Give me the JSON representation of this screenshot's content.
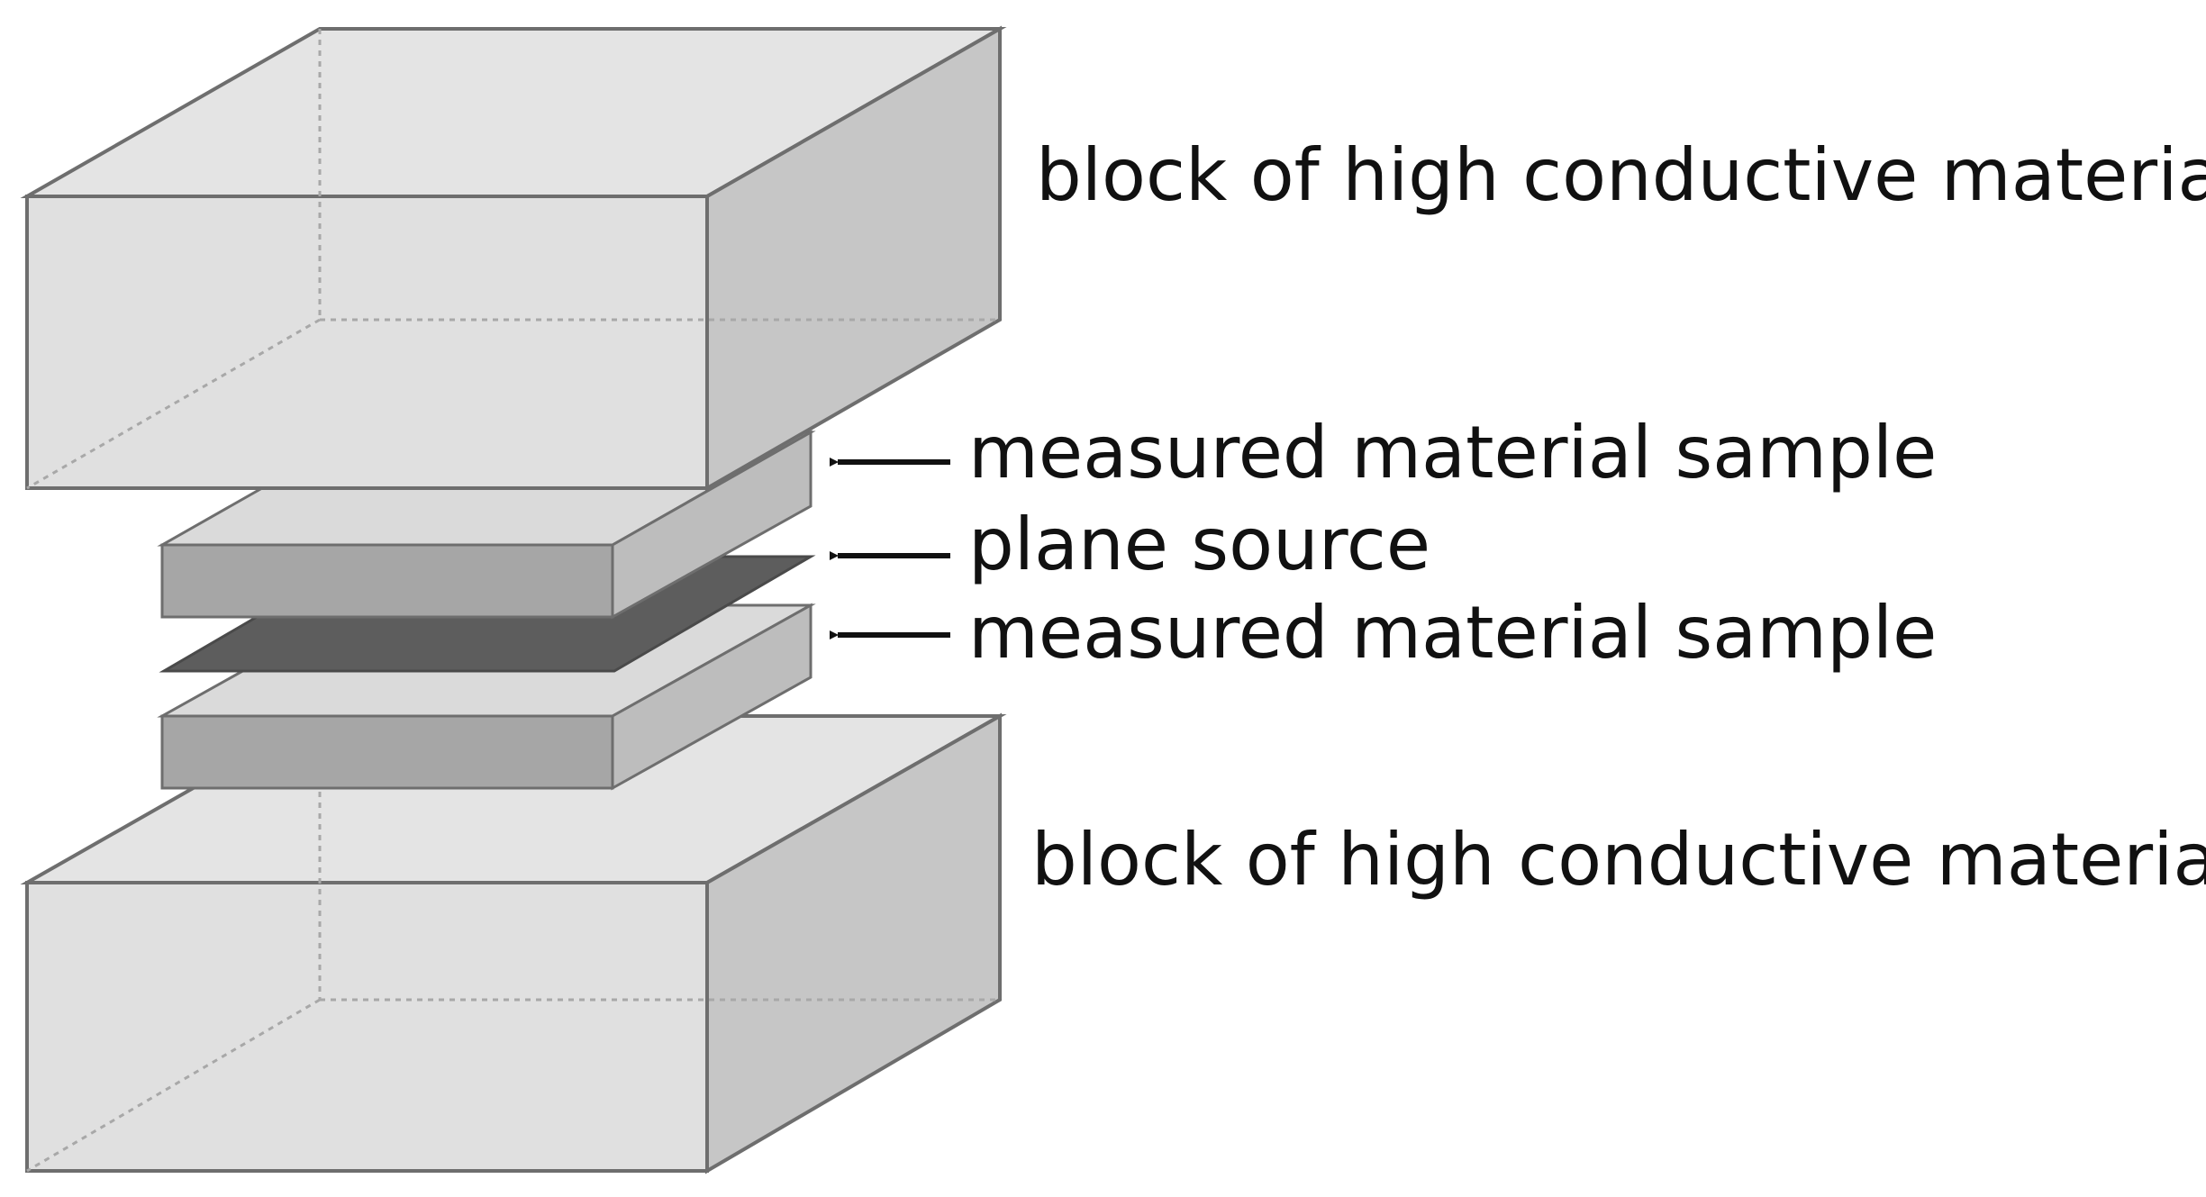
{
  "labels": {
    "top_block": "block of high conductive material",
    "upper_sample": "measured material sample",
    "plane_source": "plane source",
    "lower_sample": "measured material sample",
    "bottom_block": "block of high conductive material"
  },
  "colors": {
    "block_front": "#e0e0e0",
    "block_top": "#e4e4e4",
    "block_side": "#c6c6c6",
    "sample_top": "#dadada",
    "sample_front": "#a6a6a6",
    "sample_side": "#bdbdbd",
    "source": "#5d5d5d",
    "outline": "#6e6e6e",
    "arrow": "#111111"
  }
}
